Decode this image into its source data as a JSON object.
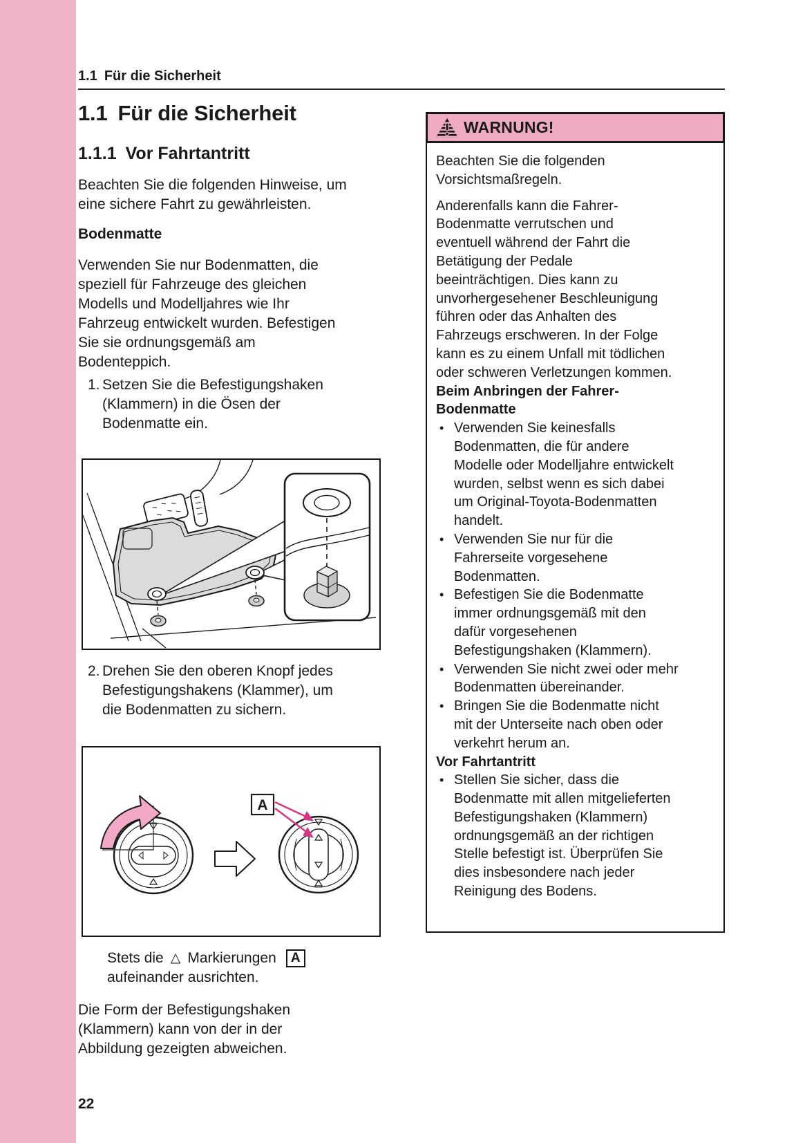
{
  "page": {
    "running_header": {
      "number": "1.1",
      "text": "Für die Sicherheit"
    },
    "page_number": "22"
  },
  "colors": {
    "sidebar_pink": "#f0b4c9",
    "warning_header_pink": "#f0abc4",
    "highlight_magenta": "#d93383",
    "figure_mat_gray": "#dbdbdb",
    "text_black": "#1a1a1a"
  },
  "left_column": {
    "title": {
      "number": "1.1",
      "text": "Für die Sicherheit"
    },
    "section_heading": {
      "number": "1.1.1",
      "text": "Vor Fahrtantritt"
    },
    "intro": "Beachten Sie die folgenden Hinweise, um\neine sichere Fahrt zu gewährleisten.",
    "subheading": "Bodenmatte",
    "paragraph": "Verwenden Sie nur Bodenmatten, die\nspeziell für Fahrzeuge des gleichen\nModells und Modelljahres wie Ihr\nFahrzeug entwickelt wurden. Befestigen\nSie sie ordnungsgemäß am\nBodenteppich.",
    "steps": [
      {
        "number": "1.",
        "text": "Setzen Sie die Befestigungshaken\n(Klammern) in die Ösen der\nBodenmatte ein."
      },
      {
        "number": "2.",
        "text": "Drehen Sie den oberen Knopf jedes\nBefestigungshakens (Klammer), um\ndie Bodenmatten zu sichern."
      }
    ],
    "figure2": {
      "label": "A"
    },
    "note": {
      "prefix": "Stets die",
      "triangle": "△",
      "middle": "Markierungen",
      "label": "A",
      "line2": "aufeinander ausrichten."
    },
    "closing": "Die Form der Befestigungshaken\n(Klammern) kann von der in der\nAbbildung gezeigten abweichen."
  },
  "warning": {
    "title": "WARNUNG!",
    "icon": "warning-triangle-icon",
    "paragraph1": "Beachten Sie die folgenden\nVorsichtsmaßregeln.",
    "paragraph2": "Anderenfalls kann die Fahrer-\nBodenmatte verrutschen und\neventuell während der Fahrt die\nBetätigung der Pedale\nbeeinträchtigen. Dies kann zu\nunvorhergesehener Beschleunigung\nführen oder das Anhalten des\nFahrzeugs erschweren. In der Folge\nkann es zu einem Unfall mit tödlichen\noder schweren Verletzungen kommen.",
    "sections": [
      {
        "heading": "Beim Anbringen der Fahrer-\nBodenmatte",
        "bullets": [
          "Verwenden Sie keinesfalls\nBodenmatten, die für andere\nModelle oder Modelljahre entwickelt\nwurden, selbst wenn es sich dabei\num Original-Toyota-Bodenmatten\nhandelt.",
          "Verwenden Sie nur für die\nFahrerseite vorgesehene\nBodenmatten.",
          "Befestigen Sie die Bodenmatte\nimmer ordnungsgemäß mit den\ndafür vorgesehenen\nBefestigungshaken (Klammern).",
          "Verwenden Sie nicht zwei oder mehr\nBodenmatten übereinander.",
          "Bringen Sie die Bodenmatte nicht\nmit der Unterseite nach oben oder\nverkehrt herum an."
        ]
      },
      {
        "heading": "Vor Fahrtantritt",
        "bullets": [
          "Stellen Sie sicher, dass die\nBodenmatte mit allen mitgelieferten\nBefestigungshaken (Klammern)\nordnungsgemäß an der richtigen\nStelle befestigt ist. Überprüfen Sie\ndies insbesondere nach jeder\nReinigung des Bodens."
        ]
      }
    ]
  }
}
